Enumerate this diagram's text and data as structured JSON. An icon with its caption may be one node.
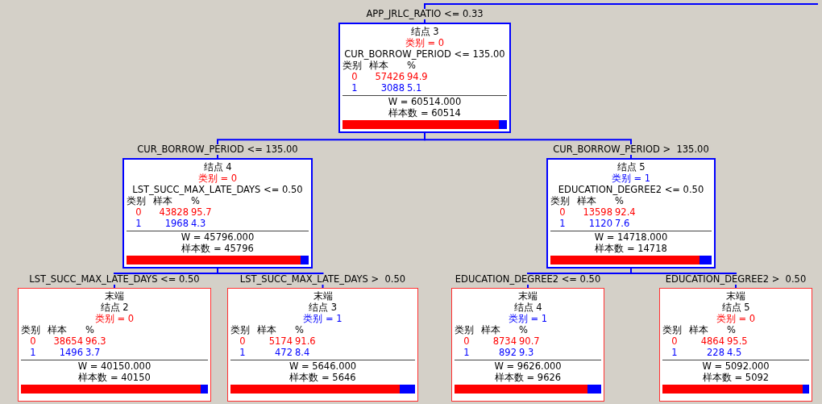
{
  "diagram": {
    "nodes": [
      {
        "text": [
          "结点 3",
          "类别 = 0",
          "CUR_BORROW_PERIOD <= 135.00",
          "类别",
          "样本",
          "%",
          "0",
          "57426",
          "94.9",
          "1",
          "3088",
          "5.1",
          "W = 60514.000",
          "样本数 = 60514"
        ]
      },
      {
        "text": [
          "结点 4",
          "类别 = 0",
          "LST_SUCC_MAX_LATE_DAYS <= 0.50",
          "类别",
          "样本",
          "%",
          "0",
          "43828",
          "95.7",
          "1",
          "1968",
          "4.3",
          "W = 45796.000",
          "样本数 = 45796"
        ]
      },
      {
        "text": [
          "结点 5",
          "类别 = 1",
          "EDUCATION_DEGREE2 <= 0.50",
          "类别",
          "样本",
          "%",
          "0",
          "13598",
          "92.4",
          "1",
          "1120",
          "7.6",
          "W = 14718.000",
          "样本数 = 14718"
        ]
      },
      {
        "text": [
          "末端",
          "结点 2",
          "类别 = 0",
          "类别",
          "样本",
          "%",
          "0",
          "38654",
          "96.3",
          "1",
          "1496",
          "3.7",
          "W = 40150.000",
          "样本数 = 40150"
        ]
      },
      {
        "text": [
          "末端",
          "结点 3",
          "类别 = 1",
          "类别",
          "样本",
          "%",
          "0",
          "5174",
          "91.6",
          "1",
          "472",
          "8.4",
          "W = 5646.000",
          "样本数 = 5646"
        ]
      },
      {
        "text": [
          "末端",
          "结点 4",
          "类别 = 1",
          "类别",
          "样本",
          "%",
          "0",
          "8734",
          "90.7",
          "1",
          "892",
          "9.3",
          "W = 9626.000",
          "样本数 = 9626"
        ]
      },
      {
        "text": [
          "末端",
          "结点 5",
          "类别 = 0",
          "类别",
          "样本",
          "%",
          "0",
          "4864",
          "95.5",
          "1",
          "228",
          "4.5",
          "W = 5092.000",
          "样本数 = 5092"
        ]
      }
    ],
    "edges": [
      {
        "from": null,
        "to": 0,
        "arrow": "none",
        "label": "APP_JRLC_RATIO <= 0.33"
      },
      {
        "from": 0,
        "to": 1,
        "arrow": "none",
        "label": "CUR_BORROW_PERIOD <= 135.00"
      },
      {
        "from": 0,
        "to": 2,
        "arrow": "none",
        "label": "CUR_BORROW_PERIOD >  135.00"
      },
      {
        "from": 1,
        "to": 3,
        "arrow": "none",
        "label": "LST_SUCC_MAX_LATE_DAYS <= 0.50"
      },
      {
        "from": 1,
        "to": 4,
        "arrow": "none",
        "label": "LST_SUCC_MAX_LATE_DAYS >  0.50"
      },
      {
        "from": 2,
        "to": 5,
        "arrow": "none",
        "label": "EDUCATION_DEGREE2 <= 0.50"
      },
      {
        "from": 2,
        "to": 6,
        "arrow": "none",
        "label": "EDUCATION_DEGREE2 >  0.50"
      }
    ]
  }
}
